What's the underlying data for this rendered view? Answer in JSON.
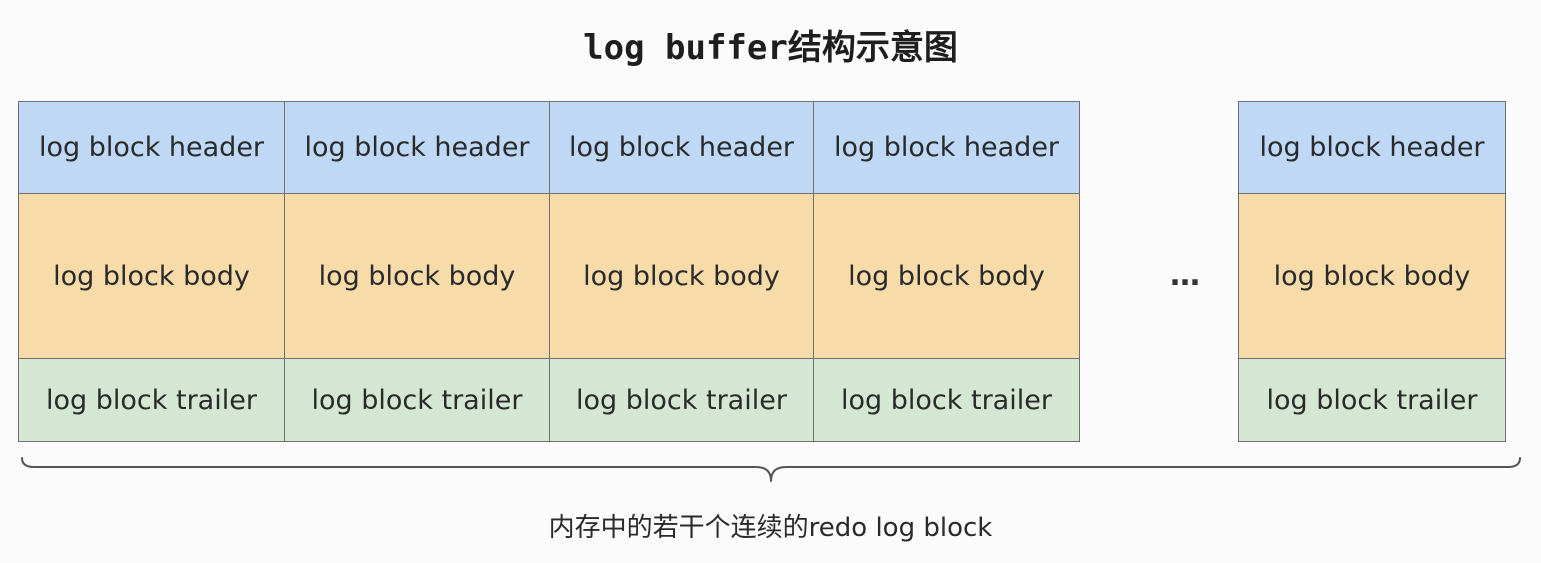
{
  "title": "log buffer结构示意图",
  "blocks": [
    {
      "header": "log block header",
      "body": "log block body",
      "trailer": "log block trailer"
    },
    {
      "header": "log block header",
      "body": "log block body",
      "trailer": "log block trailer"
    },
    {
      "header": "log block header",
      "body": "log block body",
      "trailer": "log block trailer"
    },
    {
      "header": "log block header",
      "body": "log block body",
      "trailer": "log block trailer"
    },
    {
      "header": "log block header",
      "body": "log block body",
      "trailer": "log block trailer"
    }
  ],
  "ellipsis": "…",
  "caption": "内存中的若干个连续的redo log block",
  "colors": {
    "header": "#bfd8f6",
    "body": "#f7dcaa",
    "trailer": "#d4e7d2",
    "border": "#707070"
  }
}
